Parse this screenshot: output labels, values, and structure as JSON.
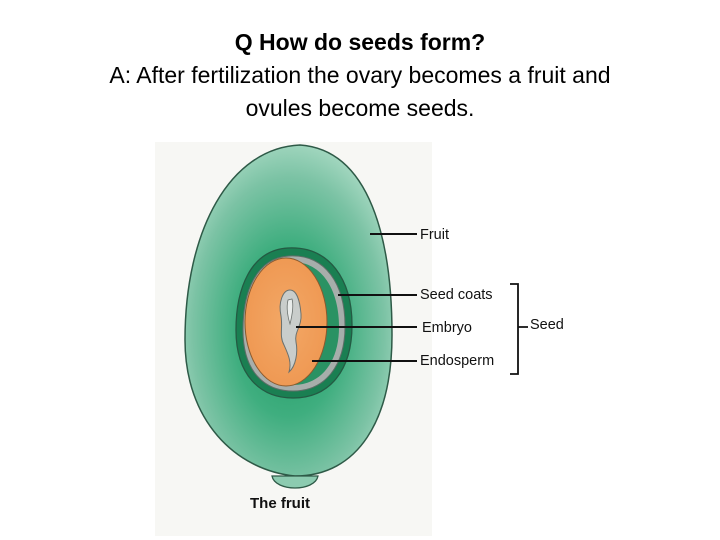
{
  "slide": {
    "question": "Q How do seeds form?",
    "answer_line1": "A:  After fertilization the ovary becomes a fruit and",
    "answer_line2": "ovules become seeds."
  },
  "diagram": {
    "labels": {
      "fruit": "Fruit",
      "seed_coats": "Seed coats",
      "embryo": "Embryo",
      "endosperm": "Endosperm",
      "seed": "Seed"
    },
    "caption": "The fruit",
    "colors": {
      "fruit_edge": "#6fb69a",
      "fruit_center": "#1e9a63",
      "seed_coat": "#a3a9a6",
      "endosperm": "#f09c58",
      "outline": "#2e5a47"
    }
  }
}
